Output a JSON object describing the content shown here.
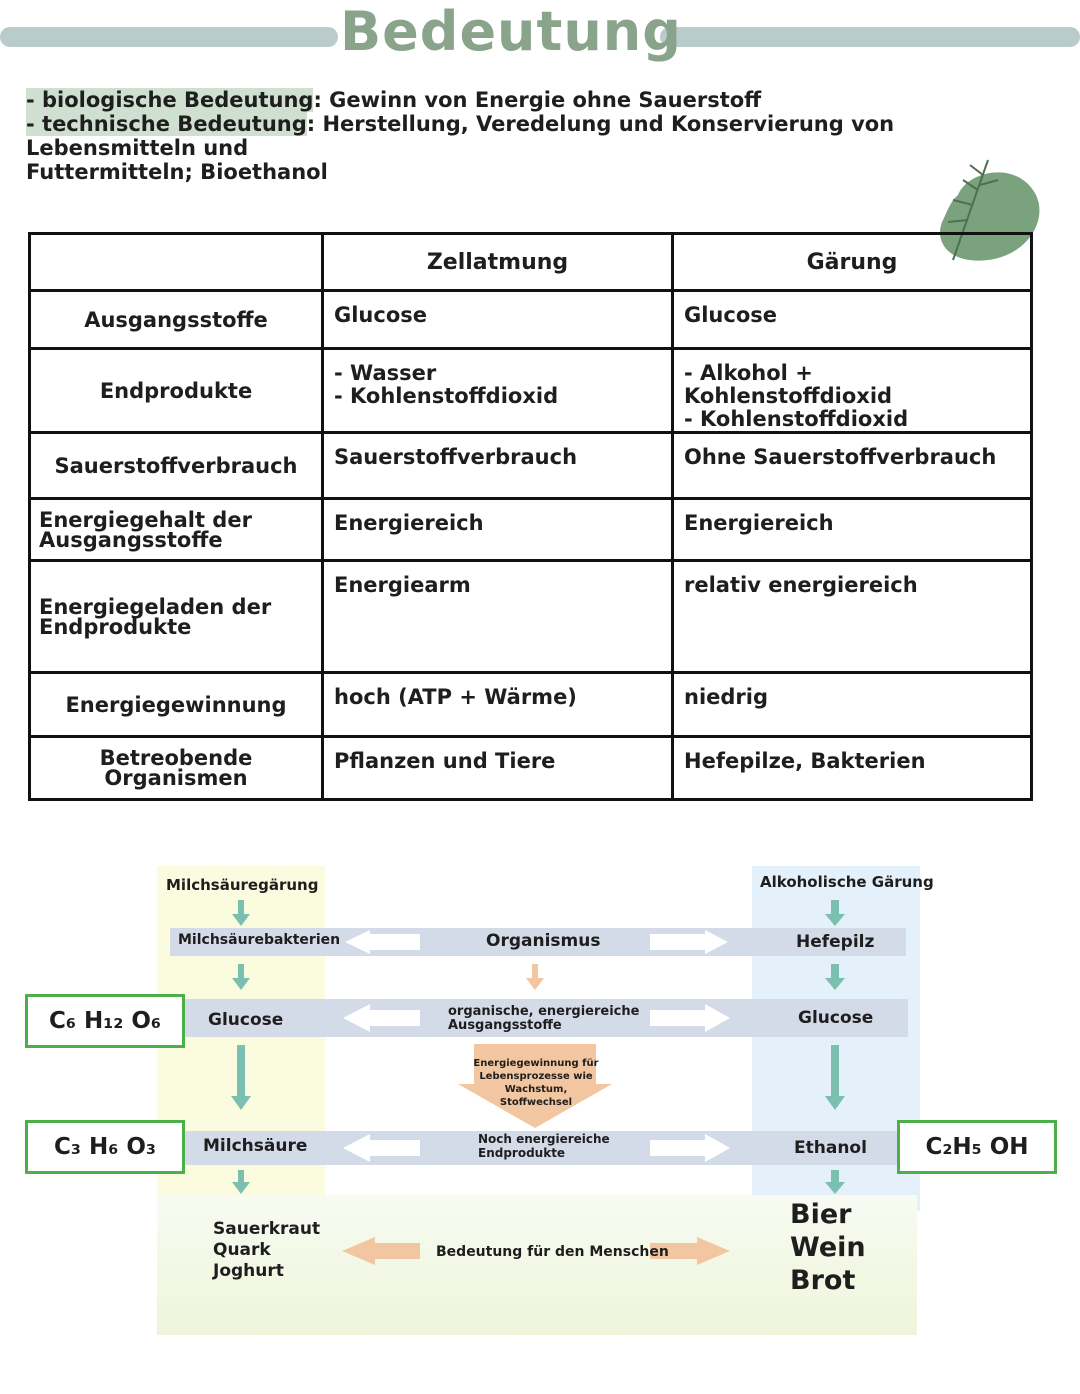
{
  "header": {
    "title": "Bedeutung"
  },
  "intro": {
    "line1_term": "- biologische Bedeutung",
    "line1_text": ": Gewinn von Energie ohne Sauerstoff",
    "line2_term": "- technische Bedeutung",
    "line2_text": ": Herstellung, Veredelung und Konservierung von Lebensmitteln und",
    "line3_text": "Futtermitteln; Bioethanol"
  },
  "table": {
    "columns": [
      "",
      "Zellatmung",
      "Gärung"
    ],
    "rows": [
      {
        "label": "Ausgangsstoffe",
        "zellatmung": [
          "Glucose"
        ],
        "gaerung": [
          "Glucose"
        ]
      },
      {
        "label": "Endprodukte",
        "zellatmung": [
          "- Wasser",
          "- Kohlenstoffdioxid"
        ],
        "gaerung": [
          "- Alkohol + Kohlenstoffdioxid",
          "- Kohlenstoffdioxid"
        ]
      },
      {
        "label": "Sauerstoffverbrauch",
        "zellatmung": [
          "Sauerstoffverbrauch"
        ],
        "gaerung": [
          "Ohne Sauerstoffverbrauch"
        ]
      },
      {
        "label": "Energiegehalt der Ausgangsstoffe",
        "zellatmung": [
          "Energiereich"
        ],
        "gaerung": [
          "Energiereich"
        ]
      },
      {
        "label": "Energiegeladen der Endprodukte",
        "zellatmung": [
          "Energiearm"
        ],
        "gaerung": [
          "relativ energiereich"
        ]
      },
      {
        "label": "Energiegewinnung",
        "zellatmung": [
          "hoch (ATP + Wärme)"
        ],
        "gaerung": [
          "niedrig"
        ]
      },
      {
        "label": "Betreobende Organismen",
        "zellatmung": [
          "Pflanzen und Tiere"
        ],
        "gaerung": [
          "Hefepilze, Bakterien"
        ]
      }
    ]
  },
  "diagram": {
    "left_title": "Milchsäuregärung",
    "right_title": "Alkoholische Gärung",
    "left": {
      "organism": "Milchsäurebakterien",
      "start": "Glucose",
      "product": "Milchsäure"
    },
    "center": {
      "organism": "Organismus",
      "start": "organische, energiereiche Ausgangsstoffe",
      "energy": "Energiegewinnung für Lebensprozesse wie Wachstum, Stoffwechsel",
      "product": "Noch energiereiche Endprodukte",
      "meaning": "Bedeutung für den Menschen"
    },
    "right": {
      "organism": "Hefepilz",
      "start": "Glucose",
      "product": "Ethanol"
    },
    "formulas": {
      "glucose": "C₆ H₁₂ O₆",
      "lactic_acid": "C₃ H₆ O₃",
      "ethanol": "C₂H₅ OH"
    },
    "left_foods": [
      "Sauerkraut",
      "Quark",
      "Joghurt"
    ],
    "right_foods": [
      "Bier",
      "Wein",
      "Brot"
    ]
  },
  "colors": {
    "accent_green": "#8aa48c",
    "band_blue": "#d3dbe8",
    "formula_border": "#4caf4a",
    "arrow_green": "#7bbfb0",
    "arrow_orange": "#f2c6a0"
  }
}
